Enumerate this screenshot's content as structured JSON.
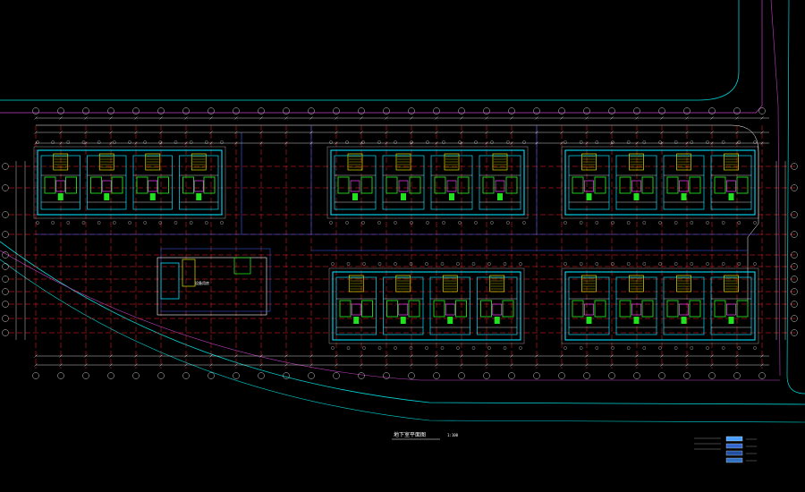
{
  "drawing": {
    "title": "地下室平面图",
    "title_suffix": "1:100"
  },
  "colors": {
    "background": "#000000",
    "site_boundary": "#00d8d8",
    "property_line": "#c040c0",
    "axis_grid": "#ff2020",
    "walls": "#00e0ff",
    "interior": "#ffffff",
    "accent_green": "#20e020",
    "accent_yellow": "#e0e000",
    "accent_blue": "#4060ff"
  },
  "buildings": [
    {
      "id": "block-a"
    },
    {
      "id": "block-b"
    },
    {
      "id": "block-c"
    },
    {
      "id": "block-d"
    },
    {
      "id": "block-e"
    }
  ],
  "small_building_label": "设备用房",
  "legend": {
    "items": [
      {
        "swatch": "#4aa0ff"
      },
      {
        "swatch": "#3366cc"
      },
      {
        "swatch": "#2050a0"
      },
      {
        "swatch": "#3070c0"
      }
    ]
  }
}
